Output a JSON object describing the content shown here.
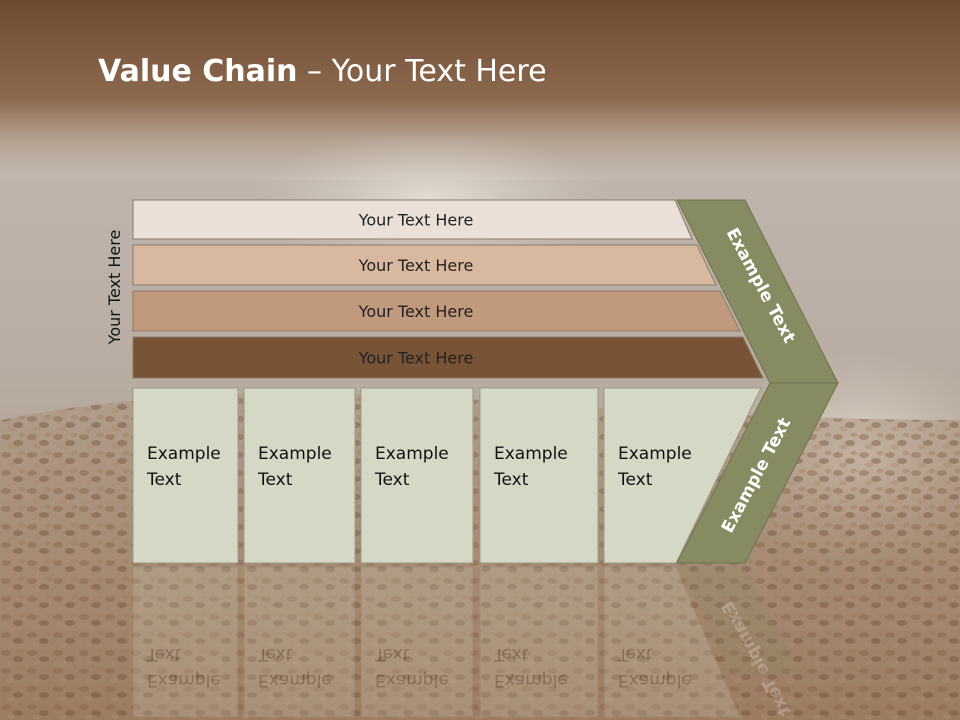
{
  "title": {
    "bold": "Value Chain",
    "rest": " – Your Text Here"
  },
  "side_label": "Your Text Here",
  "bands": [
    {
      "label": "Your Text Here",
      "fill": "#ebe0d7"
    },
    {
      "label": "Your Text Here",
      "fill": "#d8b9a0"
    },
    {
      "label": "Your Text Here",
      "fill": "#c19a7d"
    },
    {
      "label": "Your Text Here",
      "fill": "#785336"
    }
  ],
  "boxes": [
    {
      "line1": "Example",
      "line2": "Text"
    },
    {
      "line1": "Example",
      "line2": "Text"
    },
    {
      "line1": "Example",
      "line2": "Text"
    },
    {
      "line1": "Example",
      "line2": "Text"
    },
    {
      "line1": "Example",
      "line2": "Text"
    }
  ],
  "chevron": {
    "upper_label": "Example Text",
    "lower_label": "Example Text",
    "fill": "#878b62"
  },
  "colors": {
    "box_fill": "#d6d8c6",
    "box_stroke": "#9a9a88",
    "title_band": "#6e4a31"
  }
}
